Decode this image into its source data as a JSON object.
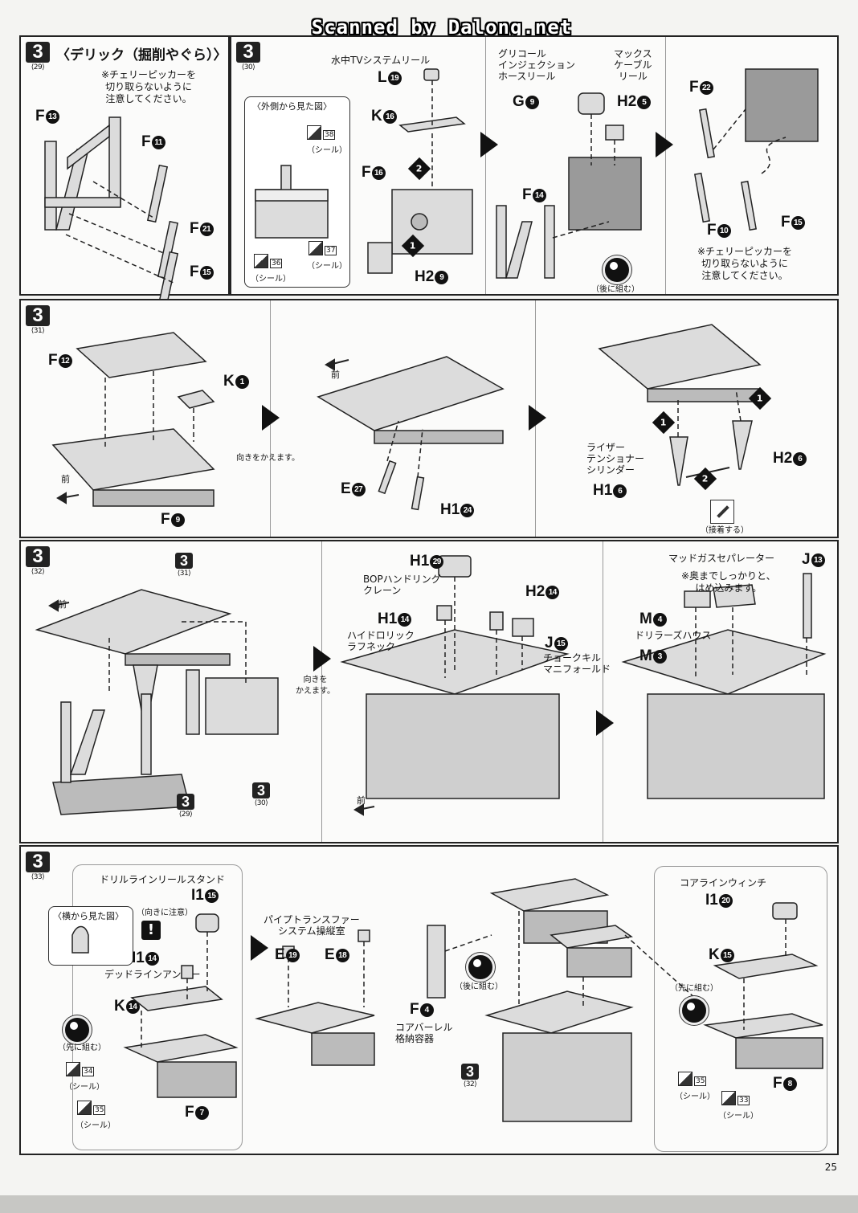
{
  "watermark": "Scanned by Dalong.net",
  "page_number": "25",
  "colors": {
    "part_fill": "#dcdcdc",
    "part_dark": "#9a9a9a",
    "line": "#222222"
  },
  "steps": {
    "s29": {
      "num": "3",
      "sub": "⟨29⟩",
      "title": "〈デリック（掘削やぐら）〉",
      "note": "※チェリーピッカーを\n切り取らないように\n注意してください。",
      "parts": [
        {
          "runner": "F",
          "num": "13"
        },
        {
          "runner": "F",
          "num": "11"
        },
        {
          "runner": "F",
          "num": "21"
        },
        {
          "runner": "F",
          "num": "15"
        }
      ]
    },
    "s30": {
      "num": "3",
      "sub": "⟨30⟩",
      "outside_view": "〈外側から見た図〉",
      "stickers": [
        {
          "n": "38",
          "label": "（シール）"
        },
        {
          "n": "36",
          "label": "（シール）"
        },
        {
          "n": "37",
          "label": "（シール）"
        }
      ],
      "labels": {
        "tv_reel": "水中TVシステムリール",
        "glycol": "グリコール\nインジェクション\nホースリール",
        "max_cable": "マックス\nケーブル\nリール",
        "later": "（後に組む）",
        "note2": "※チェリーピッカーを\n切り取らないように\n注意してください。"
      },
      "parts": [
        {
          "runner": "L",
          "num": "19"
        },
        {
          "runner": "K",
          "num": "16"
        },
        {
          "runner": "F",
          "num": "16"
        },
        {
          "runner": "H2",
          "num": "9"
        },
        {
          "runner": "G",
          "num": "9"
        },
        {
          "runner": "H2",
          "num": "5"
        },
        {
          "runner": "F",
          "num": "14"
        },
        {
          "runner": "F",
          "num": "22"
        },
        {
          "runner": "F",
          "num": "10"
        },
        {
          "runner": "F",
          "num": "15"
        }
      ],
      "diamonds": [
        "1",
        "2"
      ]
    },
    "s31": {
      "num": "3",
      "sub": "⟨31⟩",
      "front": "前",
      "turn": "向きをかえます。",
      "riser": "ライザー\nテンショナー\nシリンダー",
      "glue": "（接着する）",
      "parts": [
        {
          "runner": "F",
          "num": "12"
        },
        {
          "runner": "K",
          "num": "1"
        },
        {
          "runner": "F",
          "num": "9"
        },
        {
          "runner": "E",
          "num": "27"
        },
        {
          "runner": "H1",
          "num": "24"
        },
        {
          "runner": "H1",
          "num": "6"
        },
        {
          "runner": "H2",
          "num": "6"
        }
      ],
      "diamonds": [
        "1",
        "1",
        "2"
      ]
    },
    "s32": {
      "num": "3",
      "sub": "⟨32⟩",
      "front": "前",
      "turn": "向きを\nかえます。",
      "refs": [
        "⟨31⟩",
        "⟨30⟩",
        "⟨29⟩"
      ],
      "labels": {
        "bop": "BOPハンドリング\nクレーン",
        "hydraulic": "ハイドロリック\nラフネック",
        "choke": "チョークキル\nマニフォールド",
        "mud": "マッドガスセパレーター",
        "mud_note": "※奥までしっかりと、\nはめ込みます。",
        "drillers": "ドリラーズハウス"
      },
      "parts": [
        {
          "runner": "H1",
          "num": "29"
        },
        {
          "runner": "H1",
          "num": "14"
        },
        {
          "runner": "H2",
          "num": "14"
        },
        {
          "runner": "J",
          "num": "15"
        },
        {
          "runner": "J",
          "num": "13"
        },
        {
          "runner": "M",
          "num": "4"
        },
        {
          "runner": "M",
          "num": "3"
        }
      ]
    },
    "s33": {
      "num": "3",
      "sub": "⟨33⟩",
      "labels": {
        "side_view": "〈横から見た図〉",
        "caution": "（向きに注意）",
        "drill_reel": "ドリルラインリールスタンド",
        "dead_anchor": "デッドラインアンカー",
        "first": "（先に組む）",
        "pipe": "パイプトランスファー\nシステム操縦室",
        "later": "（後に組む）",
        "core_barrel": "コアバーレル\n格納容器",
        "core_winch": "コアラインウィンチ",
        "first2": "（先に組む）"
      },
      "stickers": [
        {
          "n": "34",
          "label": "（シール）"
        },
        {
          "n": "35",
          "label": "（シール）"
        },
        {
          "n": "35",
          "label": "（シール）"
        },
        {
          "n": "33",
          "label": "（シール）"
        }
      ],
      "ref": "⟨32⟩",
      "parts": [
        {
          "runner": "I1",
          "num": "15"
        },
        {
          "runner": "I1",
          "num": "14"
        },
        {
          "runner": "K",
          "num": "14"
        },
        {
          "runner": "F",
          "num": "7"
        },
        {
          "runner": "E",
          "num": "19"
        },
        {
          "runner": "E",
          "num": "18"
        },
        {
          "runner": "F",
          "num": "4"
        },
        {
          "runner": "I1",
          "num": "20"
        },
        {
          "runner": "K",
          "num": "15"
        },
        {
          "runner": "F",
          "num": "8"
        }
      ]
    }
  }
}
